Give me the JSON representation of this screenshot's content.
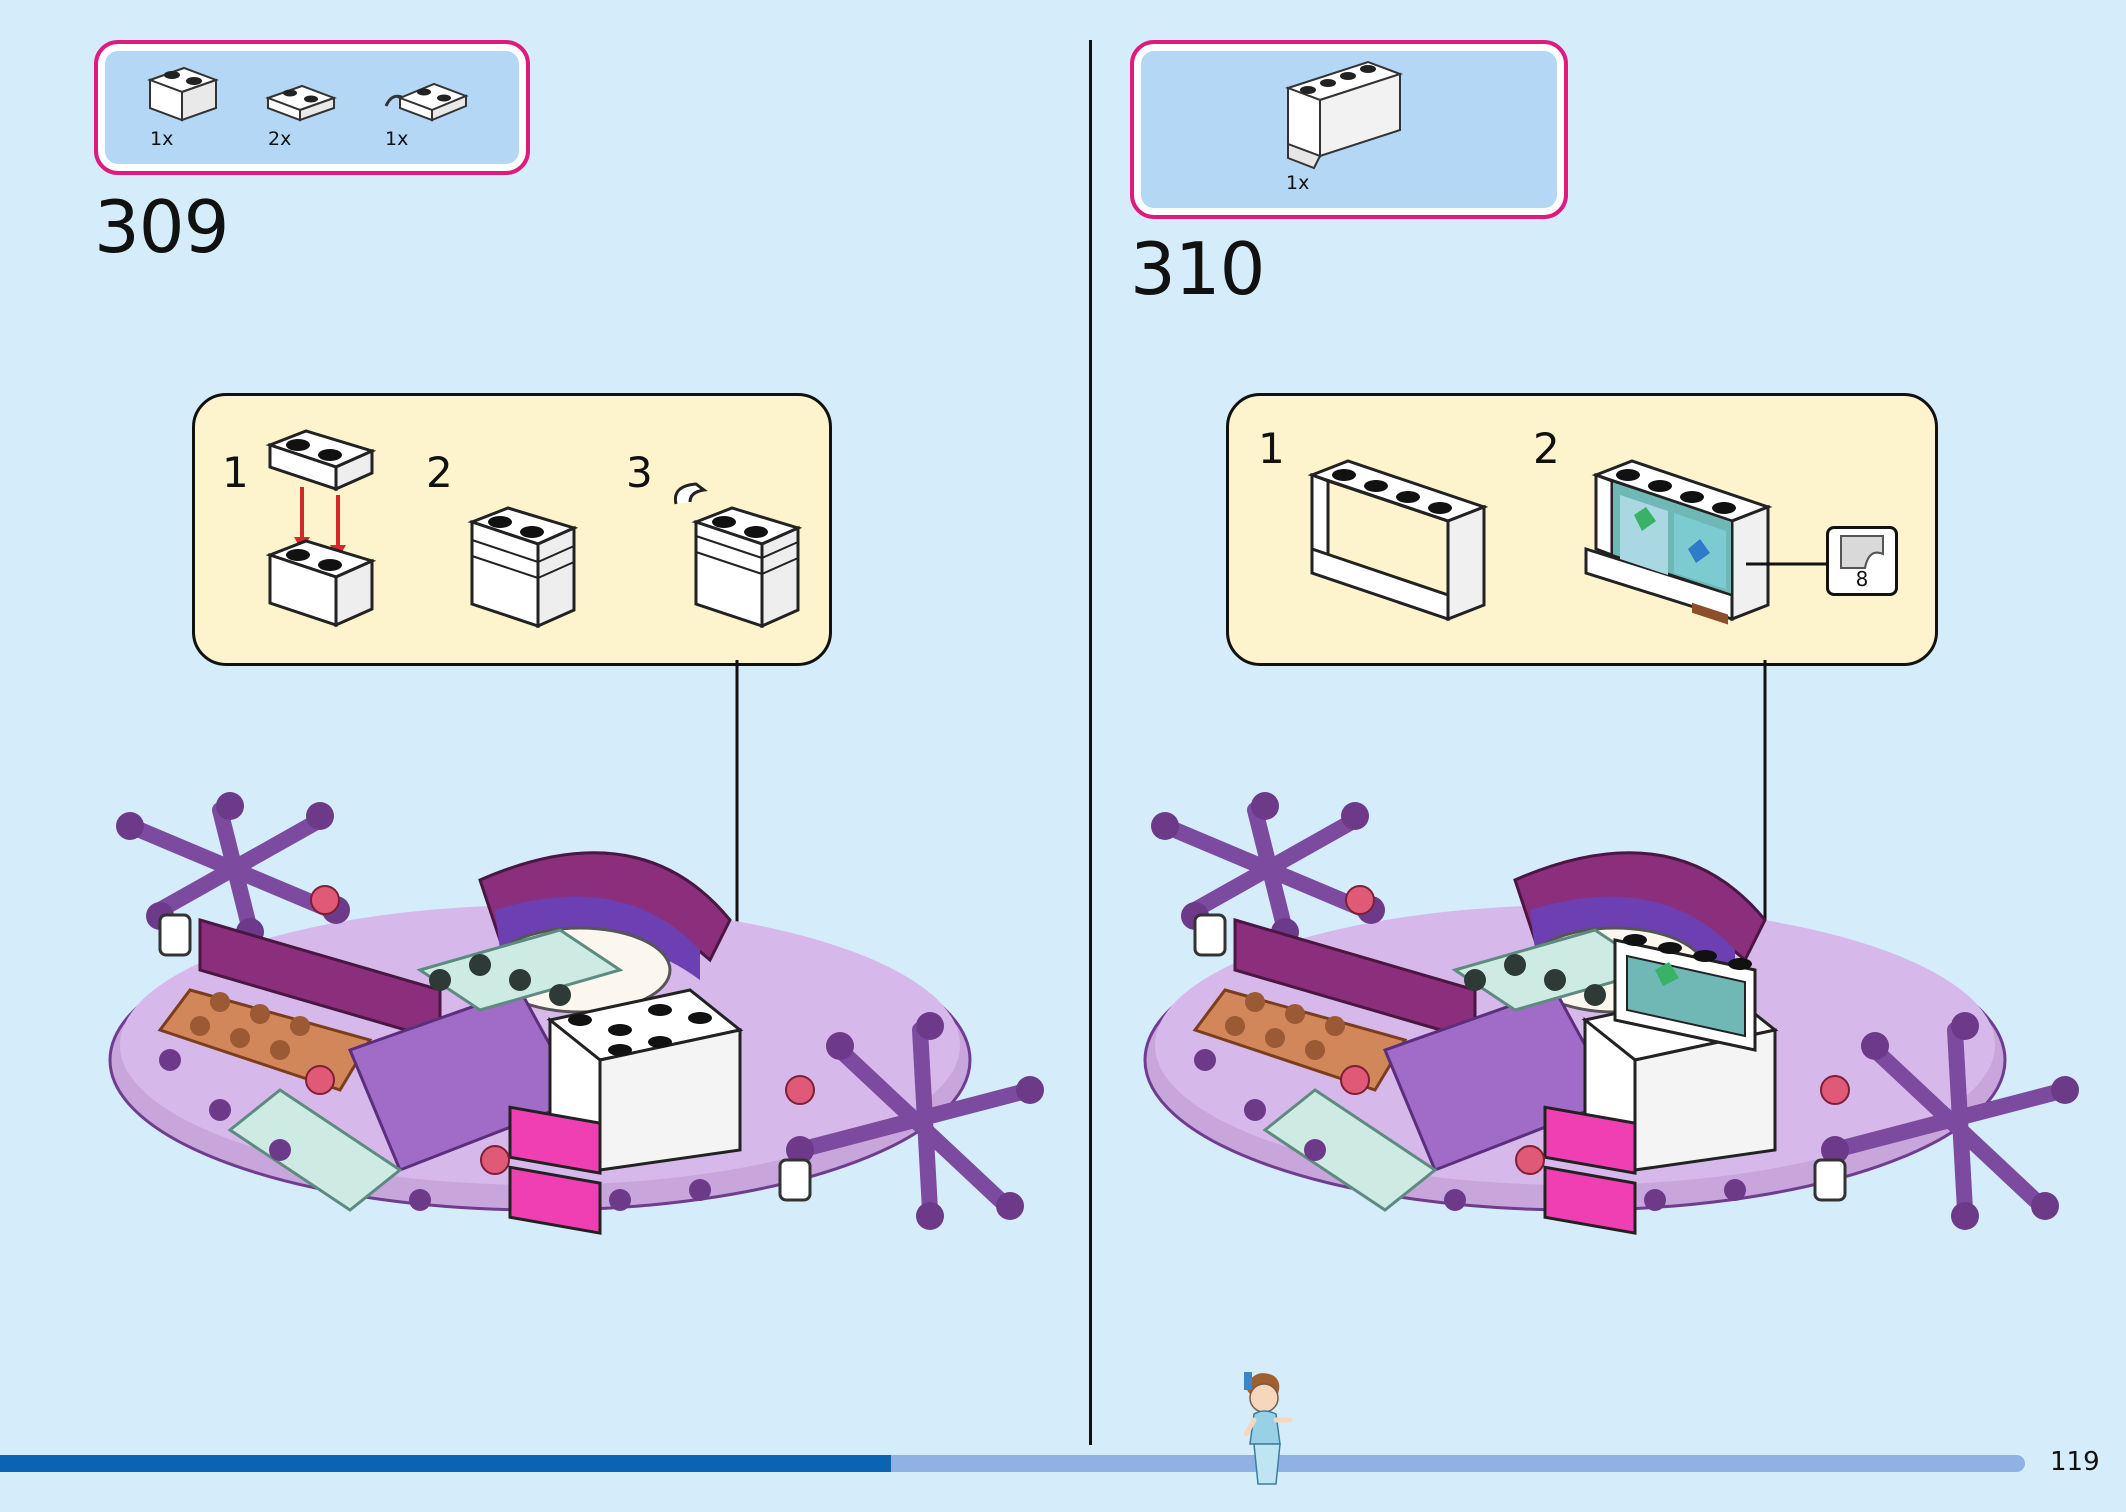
{
  "steps": [
    {
      "number": "309",
      "parts": [
        {
          "qty": "1x",
          "icon": "brick-1x2-icon"
        },
        {
          "qty": "2x",
          "icon": "plate-1x2-icon"
        },
        {
          "qty": "1x",
          "icon": "clip-plate-icon"
        }
      ],
      "substeps": [
        "1",
        "2",
        "3"
      ]
    },
    {
      "number": "310",
      "parts": [
        {
          "qty": "1x",
          "icon": "panel-1x4-icon"
        }
      ],
      "substeps": [
        "1",
        "2"
      ],
      "sticker": "8"
    }
  ],
  "page_number": "119",
  "progress": 0.44,
  "colors": {
    "background": "#d5ecfb",
    "parts_border": "#e0197d",
    "parts_fill": "#b5d7f6",
    "substep_fill": "#fdf3cd",
    "progress_fill": "#0a63b3",
    "progress_track": "#8fb1e4"
  }
}
